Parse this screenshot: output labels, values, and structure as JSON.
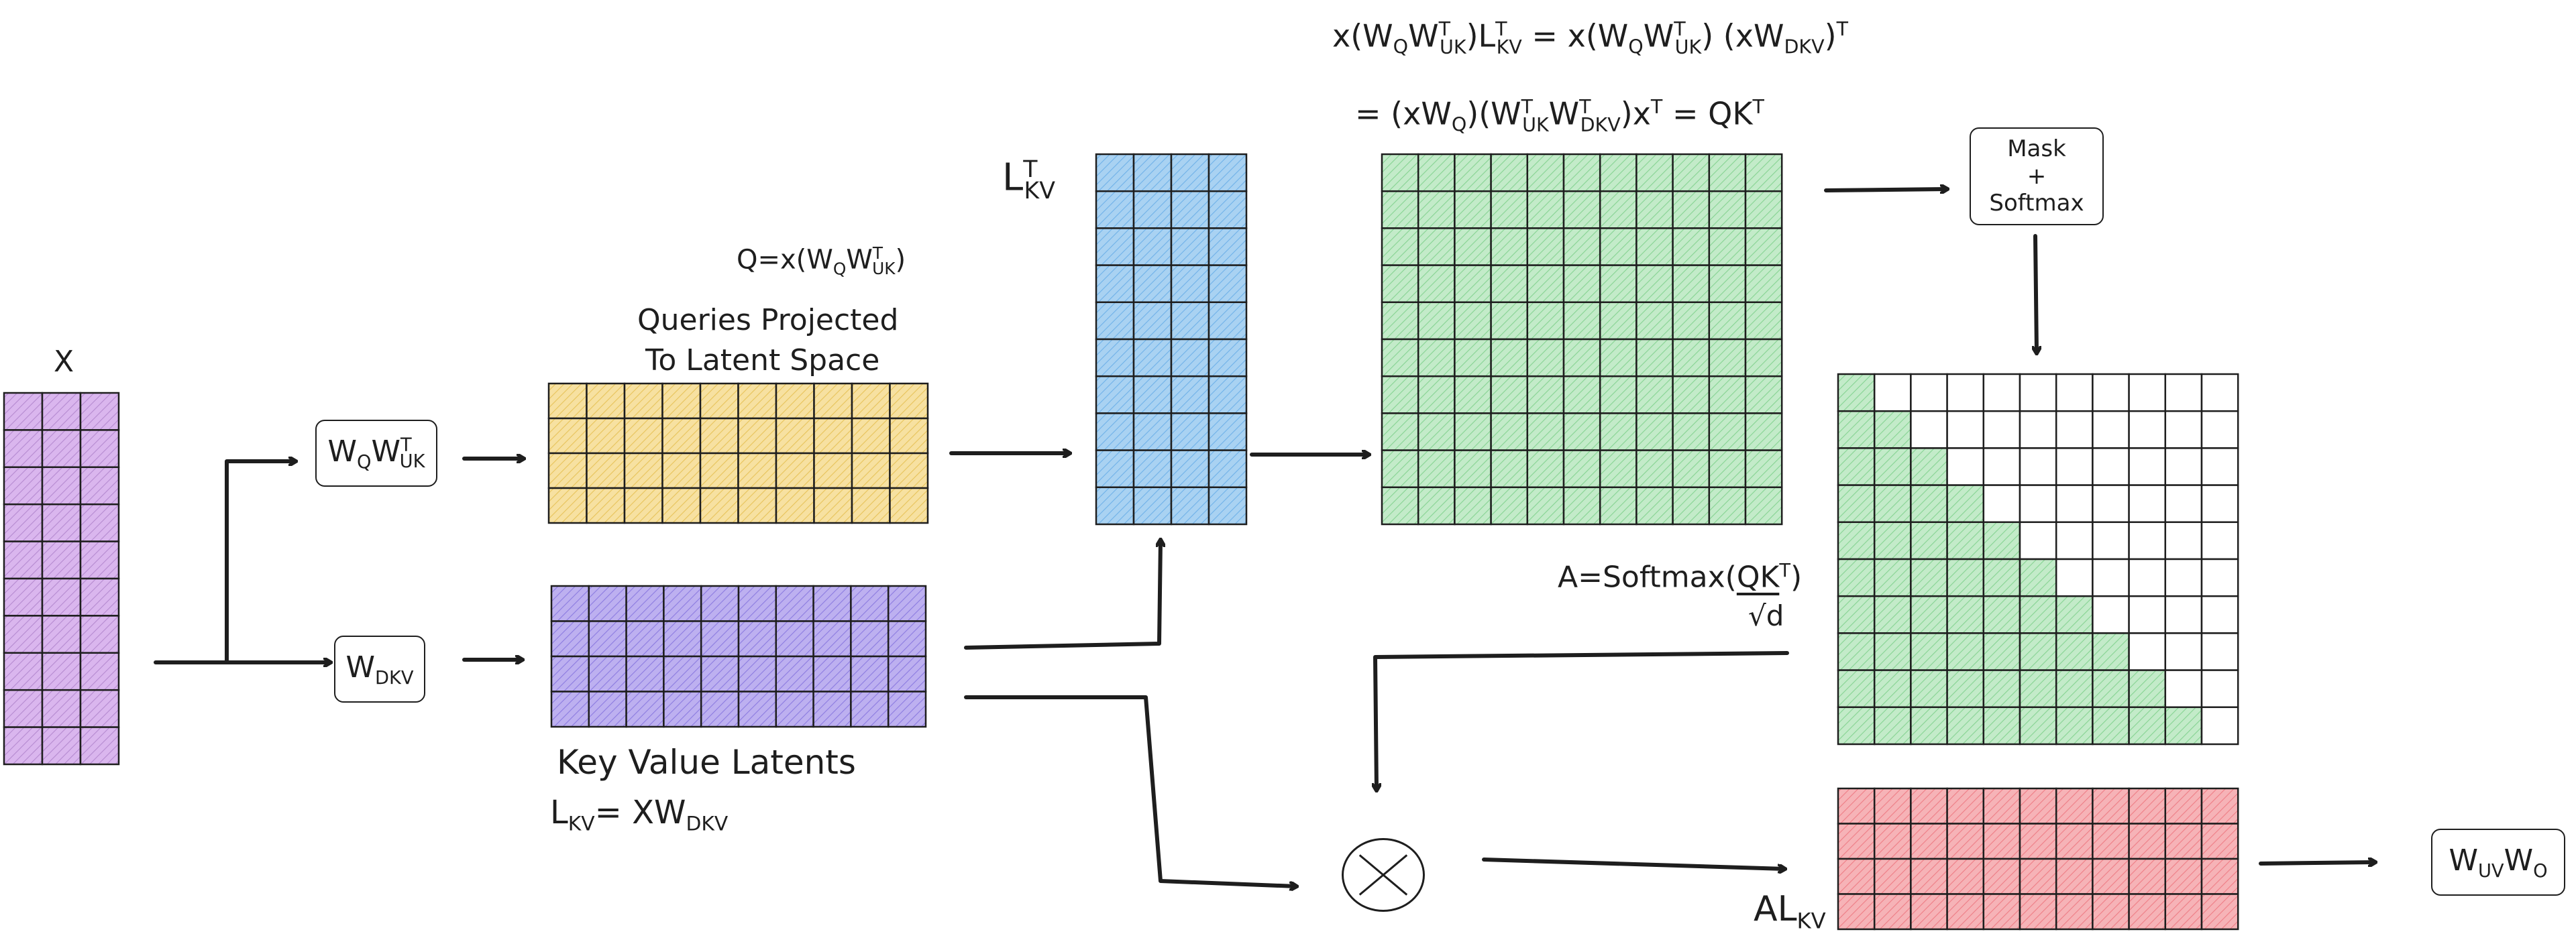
{
  "colors": {
    "x": "#dab6ee",
    "q": "#f7e1a1",
    "kv": "#bdb0f0",
    "lkvT": "#a9d2f2",
    "scores": "#c3ebc9",
    "attn": "#c3ebc9",
    "out": "#f6b3b7",
    "stroke": "#1e1e1e"
  },
  "labels": {
    "x": "X",
    "wqwuk": {
      "base1": "W",
      "sub1": "Q",
      "base2": "W",
      "sup2": "T",
      "sub2": "UK"
    },
    "wdkv": {
      "base": "W",
      "sub": "DKV"
    },
    "q_formula": "Q=x(W",
    "q_formula_sub": "Q",
    "q_formula_mid": "W",
    "q_formula_sup": "T",
    "q_formula_sub2": "UK",
    "q_formula_end": ")",
    "queries_line1": "Queries Projected",
    "queries_line2": "To Latent Space",
    "kv_latents": "Key Value Latents",
    "lkv_eq_base": "L",
    "lkv_eq_sub": "KV",
    "lkv_eq_mid": "= XW",
    "lkv_eq_sub2": "DKV",
    "lkvT_base": "L",
    "lkvT_sup": "T",
    "lkvT_sub": "KV",
    "eq_line1": "x(W",
    "eq_line1_sub1": "Q",
    "eq_line1_w": "W",
    "eq_line1_sup": "T",
    "eq_line1_sub2": "UK",
    "eq_line1_l": ")L",
    "eq_line1_sup2": "T",
    "eq_line1_sub3": "KV",
    "eq_line1_rest": " = x(W",
    "eq_line1_sub4": "Q",
    "eq_line1_w2": "W",
    "eq_line1_sup3": "T",
    "eq_line1_sub5": "UK",
    "eq_line1_tail": ") (xW",
    "eq_line1_sub6": "DKV",
    "eq_line1_close": ")",
    "eq_line1_sup4": "T",
    "eq_line2": "= (xW",
    "eq_line2_sub1": "Q",
    "eq_line2_mid": ")(W",
    "eq_line2_sup1": "T",
    "eq_line2_sub2": "UK",
    "eq_line2_w": "W",
    "eq_line2_sup2": "T",
    "eq_line2_sub3": "DKV",
    "eq_line2_x": ")x",
    "eq_line2_sup3": "T",
    "eq_line2_qk": " = QK",
    "eq_line2_sup4": "T",
    "mask_line1": "Mask",
    "mask_line2": "+",
    "mask_line3": "Softmax",
    "a_formula": "A=Softmax(",
    "a_formula_num": "QK",
    "a_formula_sup": "T",
    "a_formula_close": ")",
    "a_formula_den": "√d",
    "alkv_base": "AL",
    "alkv_sub": "KV",
    "wuvwo": {
      "base1": "W",
      "sub1": "UV",
      "base2": "W",
      "sub2": "O"
    }
  }
}
